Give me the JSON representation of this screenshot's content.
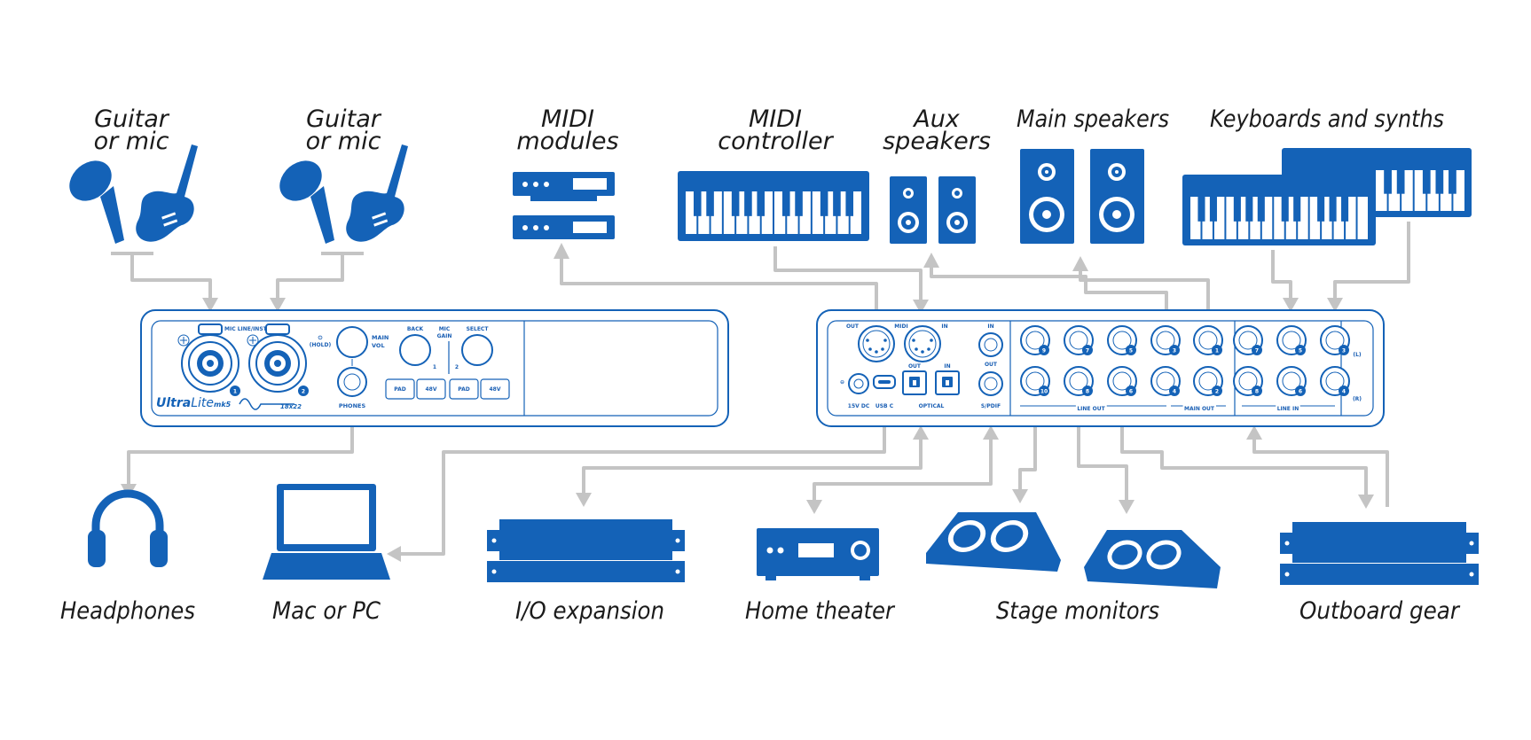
{
  "labels": {
    "guitar_mic_1": [
      "Guitar",
      "or mic"
    ],
    "guitar_mic_2": [
      "Guitar",
      "or mic"
    ],
    "midi_modules": [
      "MIDI",
      "modules"
    ],
    "midi_controller": [
      "MIDI",
      "controller"
    ],
    "aux_speakers": [
      "Aux",
      "speakers"
    ],
    "main_speakers": "Main speakers",
    "keyboards_synths": "Keyboards and synths",
    "headphones": "Headphones",
    "mac_pc": "Mac or PC",
    "io_expansion": "I/O expansion",
    "home_theater": "Home theater",
    "stage_monitors": "Stage monitors",
    "outboard_gear": "Outboard gear"
  },
  "front_panel": {
    "logo_ultra": "Ultra",
    "logo_lite": "Lite",
    "logo_model": "mk5",
    "logo_io": "18x22",
    "mic_line_inst": "MIC LINE/INST",
    "main_vol": [
      "MAIN",
      "VOL"
    ],
    "power_sub": "(HOLD)",
    "back": "BACK",
    "mic_gain": [
      "MIC",
      "GAIN"
    ],
    "select": "SELECT",
    "phones": "PHONES",
    "pad_1": "PAD",
    "v48_1": "48V",
    "pad_2": "PAD",
    "v48_2": "48V",
    "ch1": "1",
    "ch2": "2",
    "jack1": "1",
    "jack2": "2"
  },
  "rear_panel": {
    "midi_out": "OUT",
    "midi": "MIDI",
    "midi_in": "IN",
    "spdif_in": "IN",
    "spdif_out": "OUT",
    "spdif": "S/PDIF",
    "dc": "15V DC",
    "usbc": "USB C",
    "opt_out": "OUT",
    "opt_in": "IN",
    "optical": "OPTICAL",
    "line_out": "LINE OUT",
    "main_out": "MAIN OUT",
    "line_in": "LINE IN",
    "left": "(L)",
    "right": "(R)",
    "out_top": [
      "9",
      "7",
      "5",
      "3",
      "1"
    ],
    "out_bottom": [
      "10",
      "8",
      "6",
      "4",
      "2"
    ],
    "in_top": [
      "7",
      "5",
      "3"
    ],
    "in_bottom": [
      "8",
      "6",
      "4"
    ]
  },
  "colors": {
    "accent": "#1462b7",
    "cable": "#c4c4c4",
    "text": "#1b1b1b"
  }
}
